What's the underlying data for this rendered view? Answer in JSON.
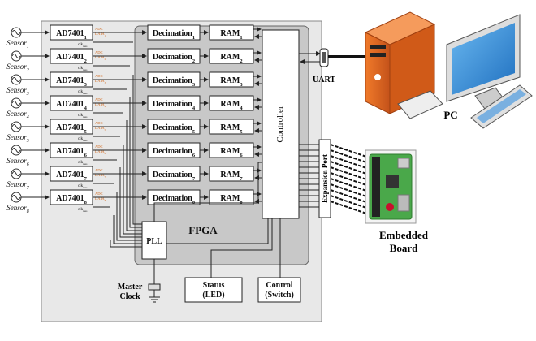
{
  "sensors": [
    {
      "name": "Sensor",
      "idx": "1"
    },
    {
      "name": "Sensor",
      "idx": "2"
    },
    {
      "name": "Sensor",
      "idx": "3"
    },
    {
      "name": "Sensor",
      "idx": "4"
    },
    {
      "name": "Sensor",
      "idx": "5"
    },
    {
      "name": "Sensor",
      "idx": "6"
    },
    {
      "name": "Sensor",
      "idx": "7"
    },
    {
      "name": "Sensor",
      "idx": "8"
    }
  ],
  "adcs": [
    {
      "name": "AD7401",
      "idx": "1",
      "sig1": "ADC",
      "sig2": "DATA",
      "sig2_sub": "1",
      "clk": "clk",
      "clk_sub": "mas"
    },
    {
      "name": "AD7401",
      "idx": "2",
      "sig1": "ADC",
      "sig2": "DATA",
      "sig2_sub": "2",
      "clk": "clk",
      "clk_sub": "mas"
    },
    {
      "name": "AD7401",
      "idx": "3",
      "sig1": "ADC",
      "sig2": "DATA",
      "sig2_sub": "3",
      "clk": "clk",
      "clk_sub": "mas"
    },
    {
      "name": "AD7401",
      "idx": "4",
      "sig1": "ADC",
      "sig2": "DATA",
      "sig2_sub": "4",
      "clk": "clk",
      "clk_sub": "mas"
    },
    {
      "name": "AD7401",
      "idx": "5",
      "sig1": "ADC",
      "sig2": "DATA",
      "sig2_sub": "5",
      "clk": "clk",
      "clk_sub": "mas"
    },
    {
      "name": "AD7401",
      "idx": "6",
      "sig1": "ADC",
      "sig2": "DATA",
      "sig2_sub": "6",
      "clk": "clk",
      "clk_sub": "mas"
    },
    {
      "name": "AD7401",
      "idx": "7",
      "sig1": "ADC",
      "sig2": "DATA",
      "sig2_sub": "7",
      "clk": "clk",
      "clk_sub": "mas"
    },
    {
      "name": "AD7401",
      "idx": "8",
      "sig1": "ADC",
      "sig2": "DATA",
      "sig2_sub": "8",
      "clk": "clk",
      "clk_sub": "mas"
    }
  ],
  "decimations": [
    {
      "name": "Decimation",
      "idx": "1"
    },
    {
      "name": "Decimation",
      "idx": "2"
    },
    {
      "name": "Decimation",
      "idx": "3"
    },
    {
      "name": "Decimation",
      "idx": "4"
    },
    {
      "name": "Decimation",
      "idx": "5"
    },
    {
      "name": "Decimation",
      "idx": "6"
    },
    {
      "name": "Decimation",
      "idx": "7"
    },
    {
      "name": "Decimation",
      "idx": "8"
    }
  ],
  "rams": [
    {
      "name": "RAM",
      "idx": "1"
    },
    {
      "name": "RAM",
      "idx": "2"
    },
    {
      "name": "RAM",
      "idx": "3"
    },
    {
      "name": "RAM",
      "idx": "4"
    },
    {
      "name": "RAM",
      "idx": "5"
    },
    {
      "name": "RAM",
      "idx": "6"
    },
    {
      "name": "RAM",
      "idx": "7"
    },
    {
      "name": "RAM",
      "idx": "8"
    }
  ],
  "labels": {
    "controller": "Controller",
    "fpga": "FPGA",
    "pll": "PLL",
    "expansion_port": "Expansion Port",
    "uart": "UART",
    "pc": "PC",
    "embedded_line1": "Embedded",
    "embedded_line2": "Board",
    "master_line1": "Master",
    "master_line2": "Clock",
    "status_line1": "Status",
    "status_line2": "(LED)",
    "control_line1": "Control",
    "control_line2": "(Switch)"
  },
  "colors": {
    "board_bg": "#e8e8e8",
    "fpga_region": "#c8c8c8",
    "adc_signal": "#d2691e",
    "pc_tower": "#e8661e",
    "monitor_screen": "#3a8fd8",
    "pcb_green": "#4aa84a"
  }
}
